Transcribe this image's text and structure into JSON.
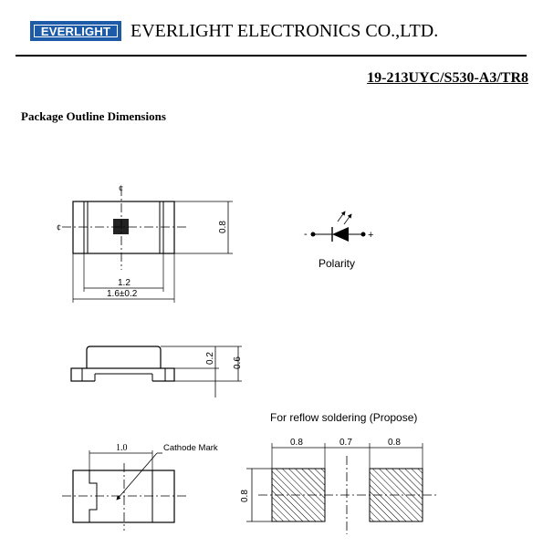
{
  "header": {
    "logo_text": "EVERLIGHT",
    "company_name": "EVERLIGHT ELECTRONICS CO.,LTD.",
    "part_number": "19-213UYC/S530-A3/TR8",
    "brand_color": "#1d5aa8"
  },
  "section_title": "Package Outline Dimensions",
  "top_view": {
    "width_inner": "1.2",
    "width_total": "1.6±0.2",
    "height": "0.8",
    "centerline_mark": "¢"
  },
  "polarity": {
    "label": "Polarity",
    "minus": "-",
    "plus": "+"
  },
  "side_view": {
    "lead_height": "0.2",
    "total_height": "0.6"
  },
  "bottom_view": {
    "dim": "1.0",
    "cathode_mark": "Cathode Mark"
  },
  "reflow": {
    "title": "For reflow soldering (Propose)",
    "pad_width_left": "0.8",
    "gap": "0.7",
    "pad_width_right": "0.8",
    "pad_height": "0.8"
  }
}
